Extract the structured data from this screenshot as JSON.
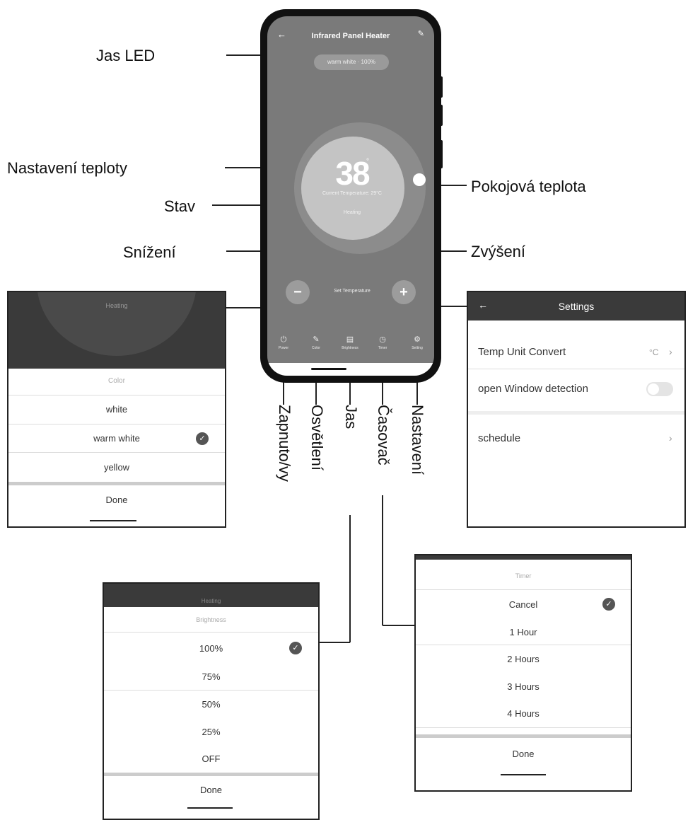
{
  "labels": {
    "jas_led": "Jas LED",
    "nastaveni_teploty": "Nastavení teploty",
    "stav": "Stav",
    "snizeni": "Snížení",
    "pokojova_teplota": "Pokojová teplota",
    "zvyseni": "Zvýšení",
    "zapnuto_vy": "Zapnuto/vy",
    "osvetleni": "Osvětlení",
    "jas": "Jas",
    "casovac": "Časovač",
    "nastaveni": "Nastavení"
  },
  "phone": {
    "title": "Infrared Panel Heater",
    "led_pill": "warm white · 100%",
    "set_temp": "38",
    "unit": "°",
    "room_temp": "Current Temperature: 29°C",
    "state": "Heating",
    "minus": "−",
    "plus": "+",
    "set_label": "Set Temperature",
    "tabs": [
      {
        "icon": "⏻",
        "label": "Power"
      },
      {
        "icon": "✎",
        "label": "Color"
      },
      {
        "icon": "▤",
        "label": "Brightness"
      },
      {
        "icon": "◷",
        "label": "Timer"
      },
      {
        "icon": "⚙",
        "label": "Setting"
      }
    ]
  },
  "color_panel": {
    "header": "Heating",
    "title": "Color",
    "options": [
      "white",
      "warm white",
      "yellow"
    ],
    "done": "Done"
  },
  "settings_panel": {
    "back": "←",
    "title": "Settings",
    "temp_unit_label": "Temp Unit Convert",
    "temp_unit_value": "°C",
    "window_label": "open Window  detection",
    "schedule_label": "schedule",
    "chevron": "›"
  },
  "brightness_panel": {
    "header": "Heating",
    "title": "Brightness",
    "options": [
      "100%",
      "75%",
      "50%",
      "25%",
      "OFF"
    ],
    "done": "Done"
  },
  "timer_panel": {
    "title": "Timer",
    "options": [
      "Cancel",
      "1 Hour",
      "2 Hours",
      "3 Hours",
      "4 Hours"
    ],
    "done": "Done"
  },
  "icons": {
    "check": "✓"
  }
}
